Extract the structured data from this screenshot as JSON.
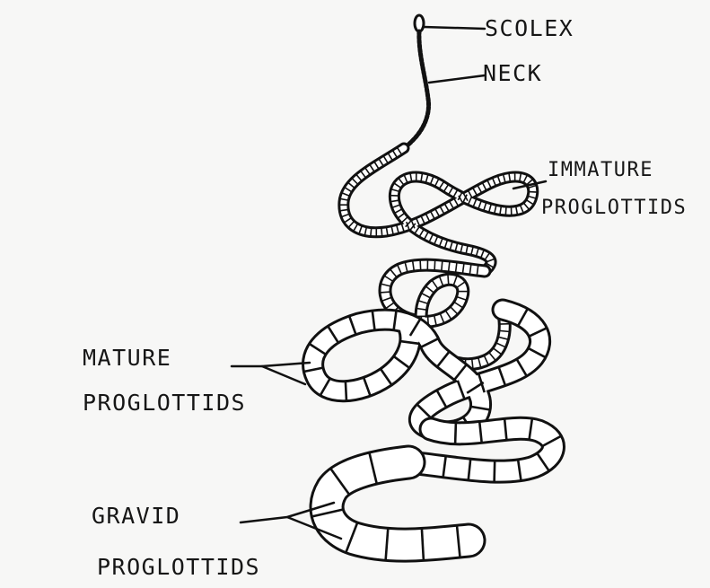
{
  "labels": {
    "scolex": "SCOLEX",
    "neck": "NECK",
    "immature_line1": "IMMATURE",
    "immature_line2": "PROGLOTTIDS",
    "mature_line1": "MATURE",
    "mature_line2": "PROGLOTTIDS",
    "gravid_line1": "GRAVID",
    "gravid_line2": "PROGLOTTIDS"
  },
  "colors": {
    "ink": "#111111",
    "paper": "#f7f7f6"
  }
}
